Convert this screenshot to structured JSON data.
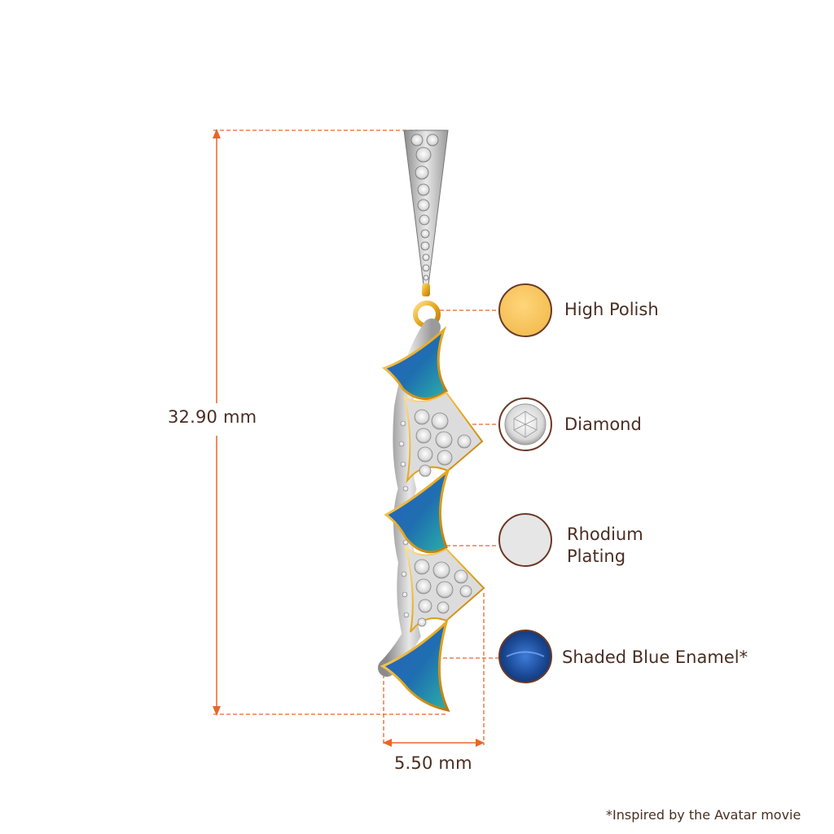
{
  "dimensions": {
    "height": "32.90 mm",
    "width": "5.50 mm"
  },
  "materials": [
    {
      "id": "high-polish",
      "label": "High Polish",
      "swatch_color": "#f7c964",
      "swatch_icon": "gold-disc-icon"
    },
    {
      "id": "diamond",
      "label": "Diamond",
      "swatch_color": "#f2f2f2",
      "swatch_icon": "diamond-icon"
    },
    {
      "id": "rhodium",
      "label": "Rhodium Plating",
      "label_lines": [
        "Rhodium",
        "Plating"
      ],
      "swatch_color": "#e6e6e6",
      "swatch_icon": "rhodium-disc-icon"
    },
    {
      "id": "enamel",
      "label": "Shaded Blue Enamel*",
      "swatch_color": "#1e4f9a",
      "swatch_icon": "blue-enamel-icon"
    }
  ],
  "footnote": "*Inspired by the Avatar movie",
  "colors": {
    "accent": "#e8662a",
    "text": "#4a2e22",
    "swatch_ring": "#6b3a26",
    "gold": "#e6a81f"
  }
}
